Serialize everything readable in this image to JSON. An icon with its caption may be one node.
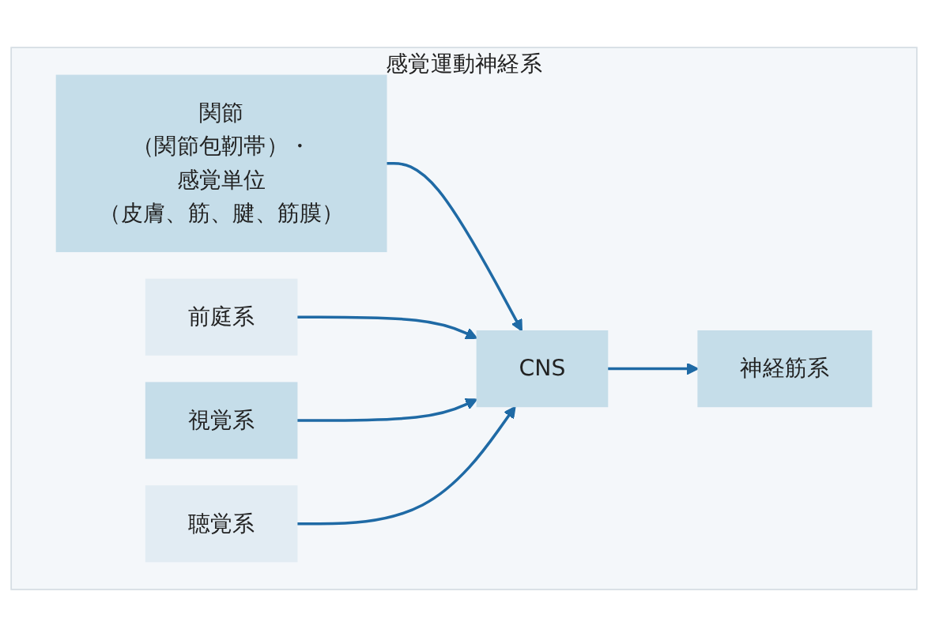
{
  "diagram": {
    "nodes": [
      {
        "text": [
          "感覚運動神経系"
        ]
      },
      {
        "text": [
          "関節",
          "（関節包靭帯）・",
          "感覚単位",
          "（皮膚、筋、腱、筋膜）"
        ],
        "in": 0
      },
      {
        "text": [
          "前庭系"
        ],
        "in": 0
      },
      {
        "text": [
          "視覚系"
        ],
        "in": 0
      },
      {
        "text": [
          "聴覚系"
        ],
        "in": 0
      },
      {
        "text": [
          "CNS"
        ],
        "in": 0
      },
      {
        "text": [
          "神経筋系"
        ],
        "in": 0
      }
    ],
    "edges": [
      {
        "from": 1,
        "to": 5,
        "arrow": "to"
      },
      {
        "from": 2,
        "to": 5,
        "arrow": "to"
      },
      {
        "from": 3,
        "to": 5,
        "arrow": "to"
      },
      {
        "from": 4,
        "to": 5,
        "arrow": "to"
      },
      {
        "from": 5,
        "to": 6,
        "arrow": "to"
      }
    ]
  }
}
